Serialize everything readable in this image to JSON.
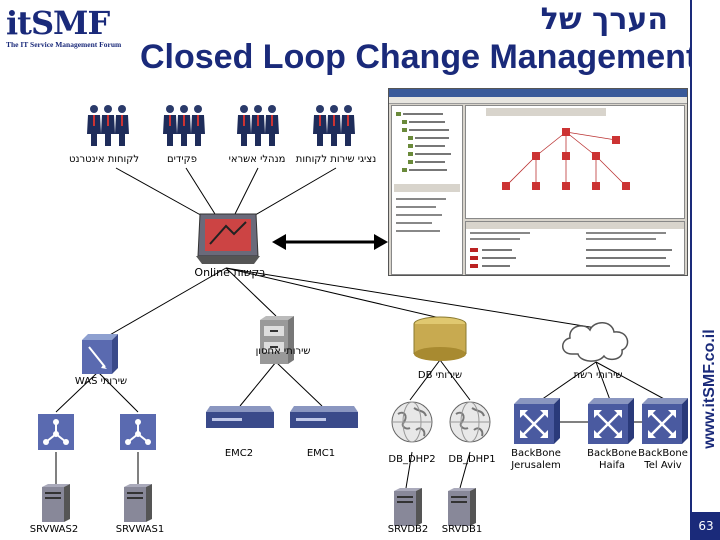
{
  "header": {
    "logo_text": "itSMF",
    "logo_tagline": "The IT Service Management Forum",
    "title_hebrew": "הערך של",
    "title_english": "Closed Loop Change Management"
  },
  "sidebar": {
    "url": "www.itSMF.co.il",
    "page_number": "63"
  },
  "users": [
    {
      "label": "לקוחות אינטרנט"
    },
    {
      "label": "פקידים"
    },
    {
      "label": "מנהלי אשראי"
    },
    {
      "label": "נציגי שירות לקוחות"
    }
  ],
  "online_label": "Online בקשות",
  "services": {
    "was": "WAS שירותי",
    "storage": "שירותי אחסון",
    "db": "DB שירותי",
    "network": "שירותי רשת"
  },
  "servers": {
    "srvwas2": "SRVWAS2",
    "srvwas1": "SRVWAS1",
    "srvdb2": "SRVDB2",
    "srvdb1": "SRVDB1"
  },
  "storage_units": {
    "emc2": "EMC2",
    "emc1": "EMC1"
  },
  "db_hosts": {
    "dhp2": "DB_DHP2",
    "dhp1": "DB_DHP1"
  },
  "backbones": [
    {
      "label": "BackBone Jerusalem"
    },
    {
      "label": "BackBone Haifa"
    },
    {
      "label": "BackBone Tel Aviv"
    }
  ]
}
